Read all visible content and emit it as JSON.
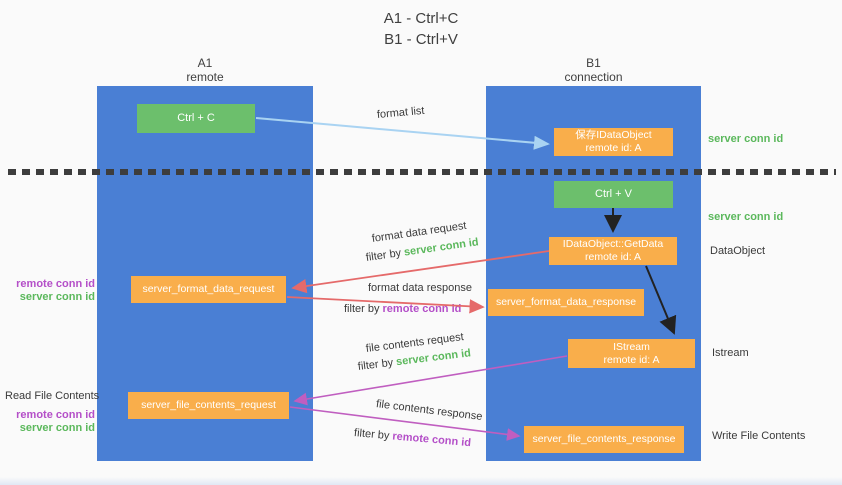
{
  "title": {
    "line1": "A1 - Ctrl+C",
    "line2": "B1 - Ctrl+V"
  },
  "columns": {
    "a": {
      "name": "A1",
      "subtitle": "remote"
    },
    "b": {
      "name": "B1",
      "subtitle": "connection"
    }
  },
  "boxes": {
    "ctrl_c": "Ctrl + C",
    "save_idataobject": {
      "line1": "保存IDataObject",
      "line2": "remote id: A"
    },
    "ctrl_v": "Ctrl + V",
    "getdata": {
      "line1": "IDataObject::GetData",
      "line2": "remote id: A"
    },
    "format_request": "server_format_data_request",
    "format_response": "server_format_data_response",
    "istream": {
      "line1": "IStream",
      "line2": "remote id: A"
    },
    "file_request": "server_file_contents_request",
    "file_response": "server_file_contents_response"
  },
  "messages": {
    "format_list": "format list",
    "format_data_request": "format data request",
    "format_data_response": "format data response",
    "file_contents_request": "file contents request",
    "file_contents_response": "file contents response",
    "filter_by": "filter by ",
    "server_conn_id": "server conn id",
    "remote_conn_id": "remote conn id"
  },
  "side_labels": {
    "left": {
      "format_remote": "remote conn id",
      "format_server": "server conn id",
      "read_file": "Read File Contents",
      "file_remote": "remote conn id",
      "file_server": "server conn id"
    },
    "right": {
      "save_conn": "server conn id",
      "paste_conn": "server conn id",
      "dataobject": "DataObject",
      "istream": "Istream",
      "write_file": "Write File Contents"
    }
  },
  "colors": {
    "column_blue": "#4a7fd4",
    "box_orange": "#f9ae4b",
    "box_green": "#6cbf6c",
    "green_text": "#5bb85c",
    "purple_text": "#b44fc8",
    "red_arrow": "#e56a6a",
    "magenta_arrow": "#c05ec0",
    "light_blue_arrow": "#a9d3f2",
    "black_arrow": "#222222",
    "dotted_line": "#3d3d3d"
  }
}
